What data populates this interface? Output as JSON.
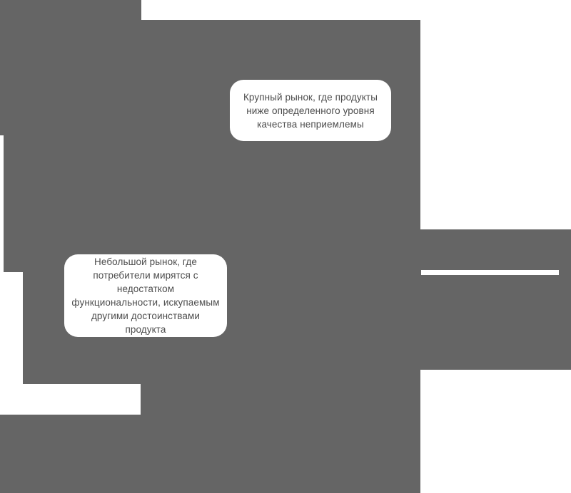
{
  "diagram": {
    "type": "annotated-slide-region",
    "background_color": "#656565",
    "panel_color": "#ffffff",
    "text_color": "#4d4d4d",
    "callouts": [
      {
        "id": "callout-large-market",
        "text": "Крупный рынок, где продукты\nниже определенного уровня\nкачества неприемлемы",
        "lines": [
          "Крупный рынок, где продукты",
          "ниже определенного уровня",
          "качества неприемлемы"
        ]
      },
      {
        "id": "callout-small-market",
        "text": "Небольшой рынок, где\nпотребители мирятся с недостатком\nфункциональности, искупаемым\nдругими достоинствами продукта",
        "lines": [
          "Небольшой рынок, где",
          "потребители мирятся с недостатком",
          "функциональности, искупаемым",
          "другими достоинствами продукта"
        ]
      }
    ],
    "panels": [
      {
        "id": "top-band",
        "name": "top-white-band"
      },
      {
        "id": "right-upper",
        "name": "right-upper-white-panel"
      },
      {
        "id": "right-bar",
        "name": "right-thin-white-bar"
      },
      {
        "id": "right-lower",
        "name": "right-lower-white-panel"
      },
      {
        "id": "left-sliver",
        "name": "left-thin-white-sliver"
      },
      {
        "id": "left-column",
        "name": "left-white-column"
      },
      {
        "id": "left-band",
        "name": "left-white-band"
      }
    ]
  }
}
